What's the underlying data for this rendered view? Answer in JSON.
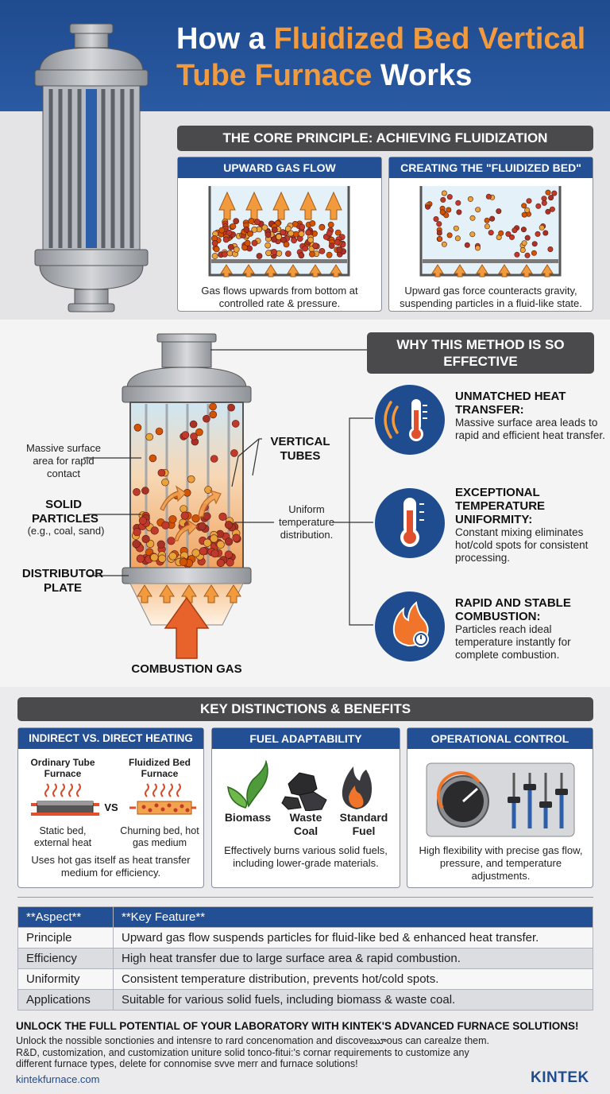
{
  "header": {
    "title_part1": "How a ",
    "title_accent1": "Fluidized Bed Vertical",
    "title_accent2": "Tube Furnace",
    "title_part2": " Works"
  },
  "core": {
    "banner": "THE CORE PRINCIPLE: ACHIEVING FLUIDIZATION",
    "card1_title": "UPWARD GAS FLOW",
    "card1_caption": "Gas flows upwards from bottom at controlled rate & pressure.",
    "card2_title": "CREATING THE \"FLUIDIZED BED\"",
    "card2_caption": "Upward gas force counteracts gravity, suspending particles in a fluid-like state."
  },
  "diagram": {
    "label_surface": "Massive surface area for rapid contact",
    "label_particles": "SOLID PARTICLES",
    "label_particles_eg": "(e.g., coal, sand)",
    "label_plate": "DISTRIBUTOR PLATE",
    "label_tubes": "VERTICAL TUBES",
    "label_uniform": "Uniform temperature distribution.",
    "label_gas": "COMBUSTION GAS"
  },
  "why": {
    "banner": "WHY THIS METHOD IS SO EFFECTIVE",
    "items": [
      {
        "title": "UNMATCHED HEAT TRANSFER:",
        "desc": "Massive surface area leads to rapid and efficient heat transfer.",
        "icon": "heat-transfer-icon"
      },
      {
        "title": "EXCEPTIONAL TEMPERATURE UNIFORMITY:",
        "desc": "Constant mixing eliminates hot/cold spots for consistent processing.",
        "icon": "thermometer-icon"
      },
      {
        "title": "RAPID AND STABLE COMBUSTION:",
        "desc": "Particles reach ideal temperature instantly for complete combustion.",
        "icon": "flame-icon"
      }
    ]
  },
  "distinctions": {
    "banner": "KEY DISTINCTIONS & BENEFITS",
    "c1_title": "INDIRECT VS. DIRECT HEATING",
    "c1_left_title": "Ordinary Tube Furnace",
    "c1_right_title": "Fluidized Bed Furnace",
    "c1_vs": "VS",
    "c1_left_desc": "Static bed, external heat",
    "c1_right_desc": "Churning bed, hot gas medium",
    "c1_caption": "Uses hot gas itself as heat transfer medium for efficiency.",
    "c2_title": "FUEL ADAPTABILITY",
    "c2_fuel1": "Biomass",
    "c2_fuel2": "Waste Coal",
    "c2_fuel3": "Standard Fuel",
    "c2_caption": "Effectively burns various solid fuels, including lower-grade materials.",
    "c3_title": "OPERATIONAL CONTROL",
    "c3_caption": "High flexibility with precise gas flow, pressure, and temperature adjustments."
  },
  "table": {
    "headers": [
      "**Aspect**",
      "**Key Feature**"
    ],
    "rows": [
      [
        "Principle",
        "Upward gas flow suspends particles for fluid-like bed & enhanced heat transfer."
      ],
      [
        "Efficiency",
        "High heat transfer due to large surface area & rapid combustion."
      ],
      [
        "Uniformity",
        "Consistent temperature distribution, prevents hot/cold spots."
      ],
      [
        "Applications",
        "Suitable for various solid fuels, including biomass & waste coal."
      ]
    ]
  },
  "footer": {
    "cta": "UNLOCK THE FULL POTENTIAL OF YOUR LABORATORY WITH KINTEK'S ADVANCED FURNACE SOLUTIONS!",
    "line1": "Unlock the nossible sonctionies and intensre to rard concenomation and discoveౠous can carealze them.",
    "line2": "R&D, customization, and customization uniture solid tonco-fitui:'s cornar requirements to customize any",
    "line3": "different furnace types, delete for connomise svve merr and furnace solutions!",
    "url": "kintekfurnace.com",
    "brand": "KINTEK"
  },
  "colors": {
    "navy": "#234f95",
    "orange": "#f19a3e",
    "dark": "#4a4a4c",
    "particle": "#c0392b"
  }
}
